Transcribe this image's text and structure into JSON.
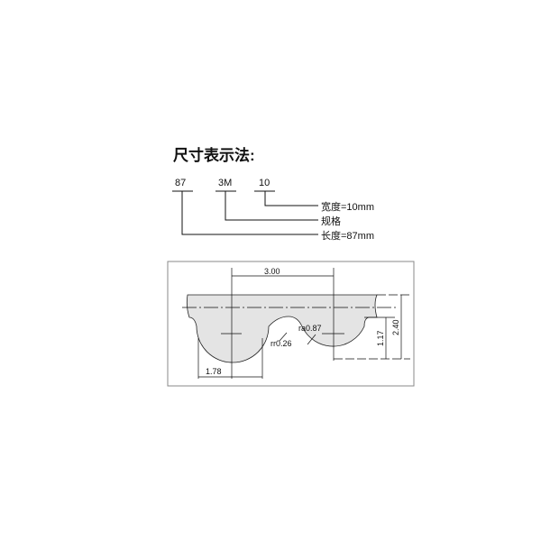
{
  "title": "尺寸表示法:",
  "code": {
    "length": "87",
    "pitch": "3M",
    "width": "10"
  },
  "legend": {
    "width": "宽度=10mm",
    "spec": "规格",
    "length": "长度=87mm"
  },
  "diagram": {
    "pitch": "3.00",
    "tooth_width": "1.78",
    "tooth_height": "1.17",
    "belt_height": "2.40",
    "root_radius": "rr0.26",
    "tip_radius": "ra0.87"
  }
}
